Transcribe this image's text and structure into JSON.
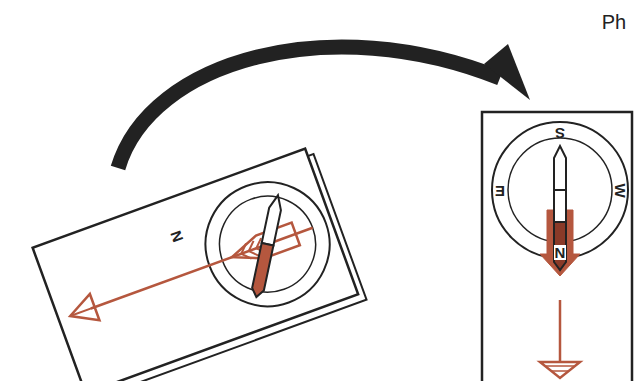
{
  "diagram": {
    "labels": [
      "Ph",
      "N",
      "S",
      "E",
      "W",
      "N"
    ]
  }
}
